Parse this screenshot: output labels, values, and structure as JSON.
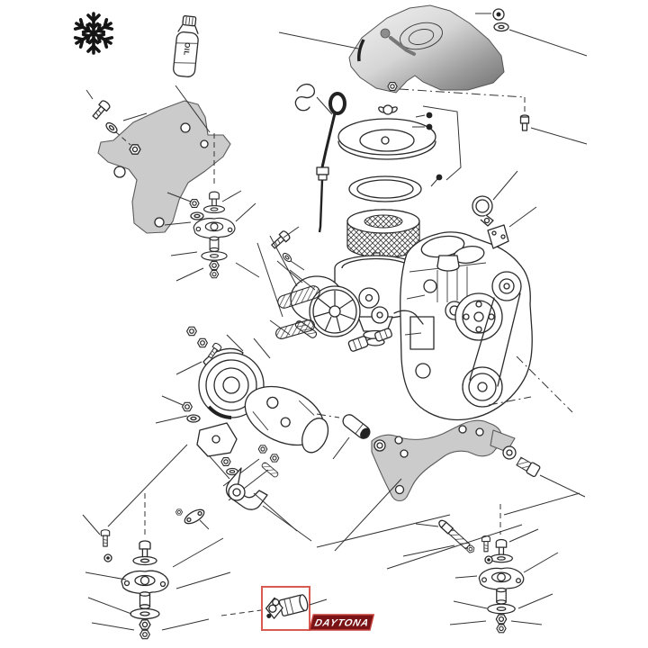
{
  "page": {
    "background": "#ffffff",
    "kind": "exploded-parts-diagram"
  },
  "icons": {
    "snowflake": "snowflake-icon",
    "oil_bottle": "oil-bottle-icon"
  },
  "oil_bottle": {
    "label": "OIL"
  },
  "logo": {
    "text": "DAYTONA",
    "background": "#7a1315",
    "border": "#c6413a",
    "color": "#ffffff"
  },
  "highlight": {
    "border": "#d95a52"
  },
  "colors": {
    "line": "#2a2a2a",
    "bracket_fill": "#cbcbcb",
    "cover_shade": "#707070"
  },
  "parts": [
    "engine-cover",
    "air-filter-assembly",
    "carburettor",
    "dipstick",
    "filler-hook",
    "engine-block",
    "fan-pulley",
    "drive-belts",
    "generator",
    "tensioner-lever",
    "left-mounting-bracket",
    "right-mounting-bracket",
    "engine-mount-front",
    "engine-mount-left",
    "engine-mount-right",
    "spacer-pin",
    "clamp-ring",
    "highlighted-valve",
    "assorted-fasteners"
  ]
}
